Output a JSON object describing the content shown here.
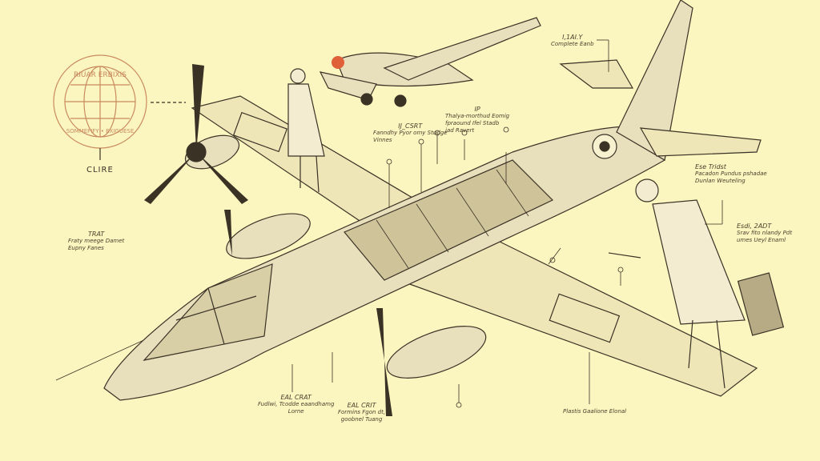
{
  "colors": {
    "paper": "#fbf5bf",
    "ink": "#3a3225",
    "seal": "#c98a5e",
    "metal": "#e8e0bd"
  },
  "seal": {
    "top_text": "RIUAR ERBIXIS",
    "bottom_text": "SOMMEFIFY • EXIGUESE",
    "caption": "CLIRE"
  },
  "labels": [
    {
      "title": "TRAT",
      "lines": [
        "Fraty meege Damet",
        "Eupny Fanes"
      ]
    },
    {
      "title": "IJ_CSRT",
      "lines": [
        "Fanndhy Pyor omy Studge",
        "Vinnes"
      ]
    },
    {
      "title": "IP",
      "lines": [
        "Thalya-morthud Eomig",
        "fpraound Ifel Stadb",
        "jad Ravert"
      ]
    },
    {
      "title": "I,1AI.Y",
      "lines": [
        "Complete Eanb"
      ]
    },
    {
      "title": "Ese Tridst",
      "lines": [
        "Pacadon Pundus  pshadae",
        "Dunlan Weuteling"
      ]
    },
    {
      "title": "Esdi, 2ADT",
      "lines": [
        "Srav fito nlandy Pdt",
        "umes Ueyl Enaml"
      ]
    },
    {
      "title": "EAL CRAT",
      "lines": [
        "Fudlwi, Tcodde eaandhamg",
        "Lorne"
      ]
    },
    {
      "title": "EAL CRIT",
      "lines": [
        "Formins Fgon dt,",
        "goobnel Tuang"
      ]
    },
    {
      "title": "",
      "lines": [
        "Plastis Gaalione Elonal"
      ]
    }
  ]
}
